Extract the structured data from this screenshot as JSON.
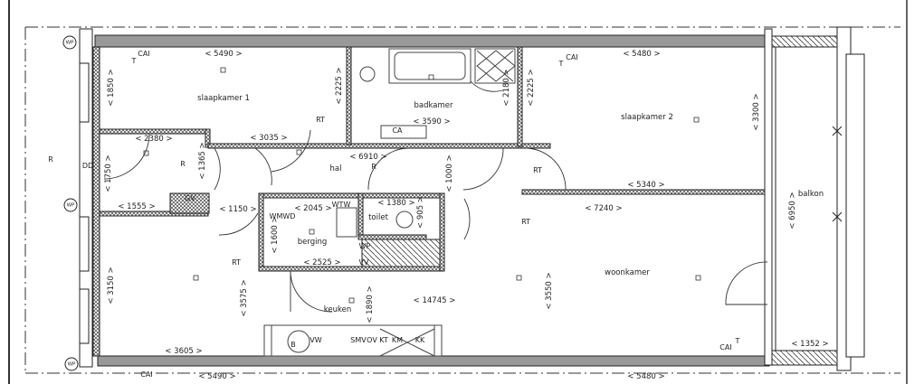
{
  "rooms": {
    "slaapkamer1": "slaapkamer 1",
    "badkamer": "badkamer",
    "slaapkamer2": "slaapkamer 2",
    "hal": "hal",
    "balkon": "balkon",
    "toilet": "toilet",
    "berging": "berging",
    "woonkamer": "woonkamer",
    "keuken": "keuken"
  },
  "dimensions": {
    "d5490_top": "< 5490 >",
    "d1850": "< 1850 >",
    "d2225_a": "< 2225 >",
    "d3590": "< 3590 >",
    "d2380": "< 2380 >",
    "d3035": "< 3035 >",
    "d6910": "< 6910 >",
    "d1000": "< 1000 >",
    "d1365": "< 1365 >",
    "d1750": "< 1750 >",
    "d2180": "< 2180 >",
    "d2225_b": "< 2225 >",
    "d5480_top": "< 5480 >",
    "d3300": "< 3300 >",
    "d5340": "< 5340 >",
    "d1555": "< 1555 >",
    "d1150": "< 1150 >",
    "d2045": "< 2045 >",
    "d1380": "< 1380 >",
    "d905": "< 905 >",
    "d1600": "< 1600 >",
    "d2525": "< 2525 >",
    "d7240": "< 7240 >",
    "d6950": "< 6950 >",
    "d3150": "< 3150 >",
    "d3575": "< 3575 >",
    "d3550": "< 3550 >",
    "d1890": "< 1890 >",
    "d14745": "< 14745 >",
    "d3605": "< 3605 >",
    "d1352": "< 1352 >",
    "d5490_bottom": "< 5490 >",
    "d5480_bottom": "< 5480 >"
  },
  "symbols": {
    "cai1": "CAI",
    "t1": "T",
    "cai2": "CAI",
    "t2": "T",
    "cai3": "CAI",
    "t3": "T",
    "cai4": "CAI",
    "rt1": "RT",
    "rt2": "RT",
    "rt3": "RT",
    "rt4": "RT",
    "ca": "CA",
    "r1": "R",
    "r2": "R",
    "r3": "R",
    "dd": "DD",
    "gv": "GV",
    "wmwd": "WMWD",
    "wtw": "WTW",
    "wp": "WP",
    "vv": "VV",
    "b": "B",
    "vw": "VW",
    "smv": "SMV",
    "ov": "OV",
    "kt": "KT",
    "km": "KM",
    "kk": "KK",
    "wp_circle": "WP"
  }
}
